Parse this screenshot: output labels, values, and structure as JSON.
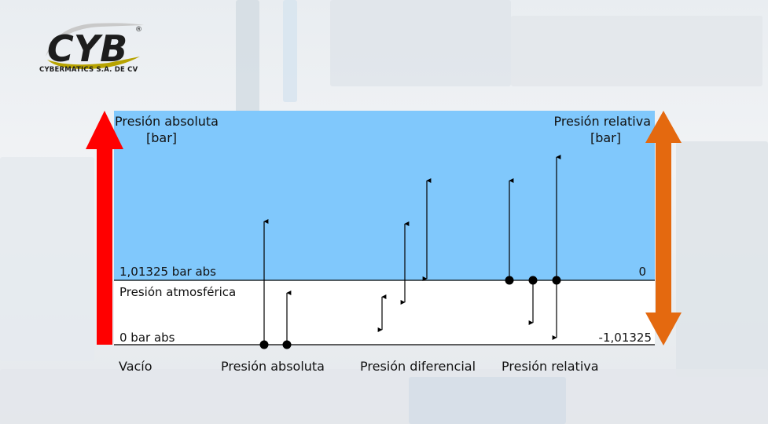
{
  "brand": {
    "logo_text": "CYB",
    "registered_mark": "®",
    "tagline": "CYBERMATICS S.A. DE CV"
  },
  "diagram": {
    "left_axis": {
      "title": "Presión absoluta",
      "unit": "[bar]"
    },
    "right_axis": {
      "title": "Presión relativa",
      "unit": "[bar]"
    },
    "levels": {
      "atm_abs_label": "1,01325 bar abs",
      "atm_rel_value": "0",
      "atm_name": "Presión atmosférica",
      "vacuum_abs_label": "0 bar abs",
      "vacuum_rel_value": "-1,01325"
    },
    "bottom_labels": {
      "vacuum": "Vacío",
      "absolute": "Presión absoluta",
      "differential": "Presión diferencial",
      "relative": "Presión relativa"
    }
  },
  "colors": {
    "over_atm_fill": "#80c8fc",
    "below_atm_fill": "#ffffff",
    "left_arrow": "#ff0000",
    "right_arrow": "#e4690f"
  }
}
